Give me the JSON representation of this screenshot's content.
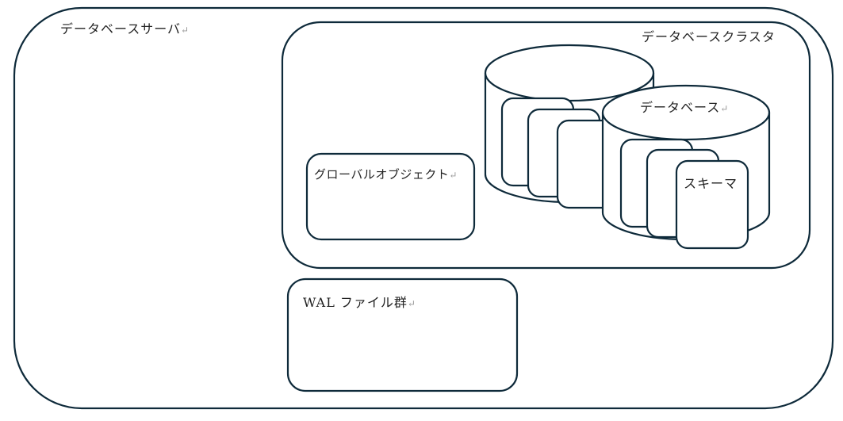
{
  "diagram": {
    "stroke_color": "#0e2a3a",
    "server": {
      "label": "データベースサーバ"
    },
    "cluster": {
      "label": "データベースクラスタ"
    },
    "global_objects": {
      "label": "グローバルオブジェクト"
    },
    "database": {
      "label": "データベース"
    },
    "schema": {
      "label": "スキーマ"
    },
    "wal_files": {
      "label": "WAL ファイル群"
    },
    "paragraph_mark": "↵"
  }
}
